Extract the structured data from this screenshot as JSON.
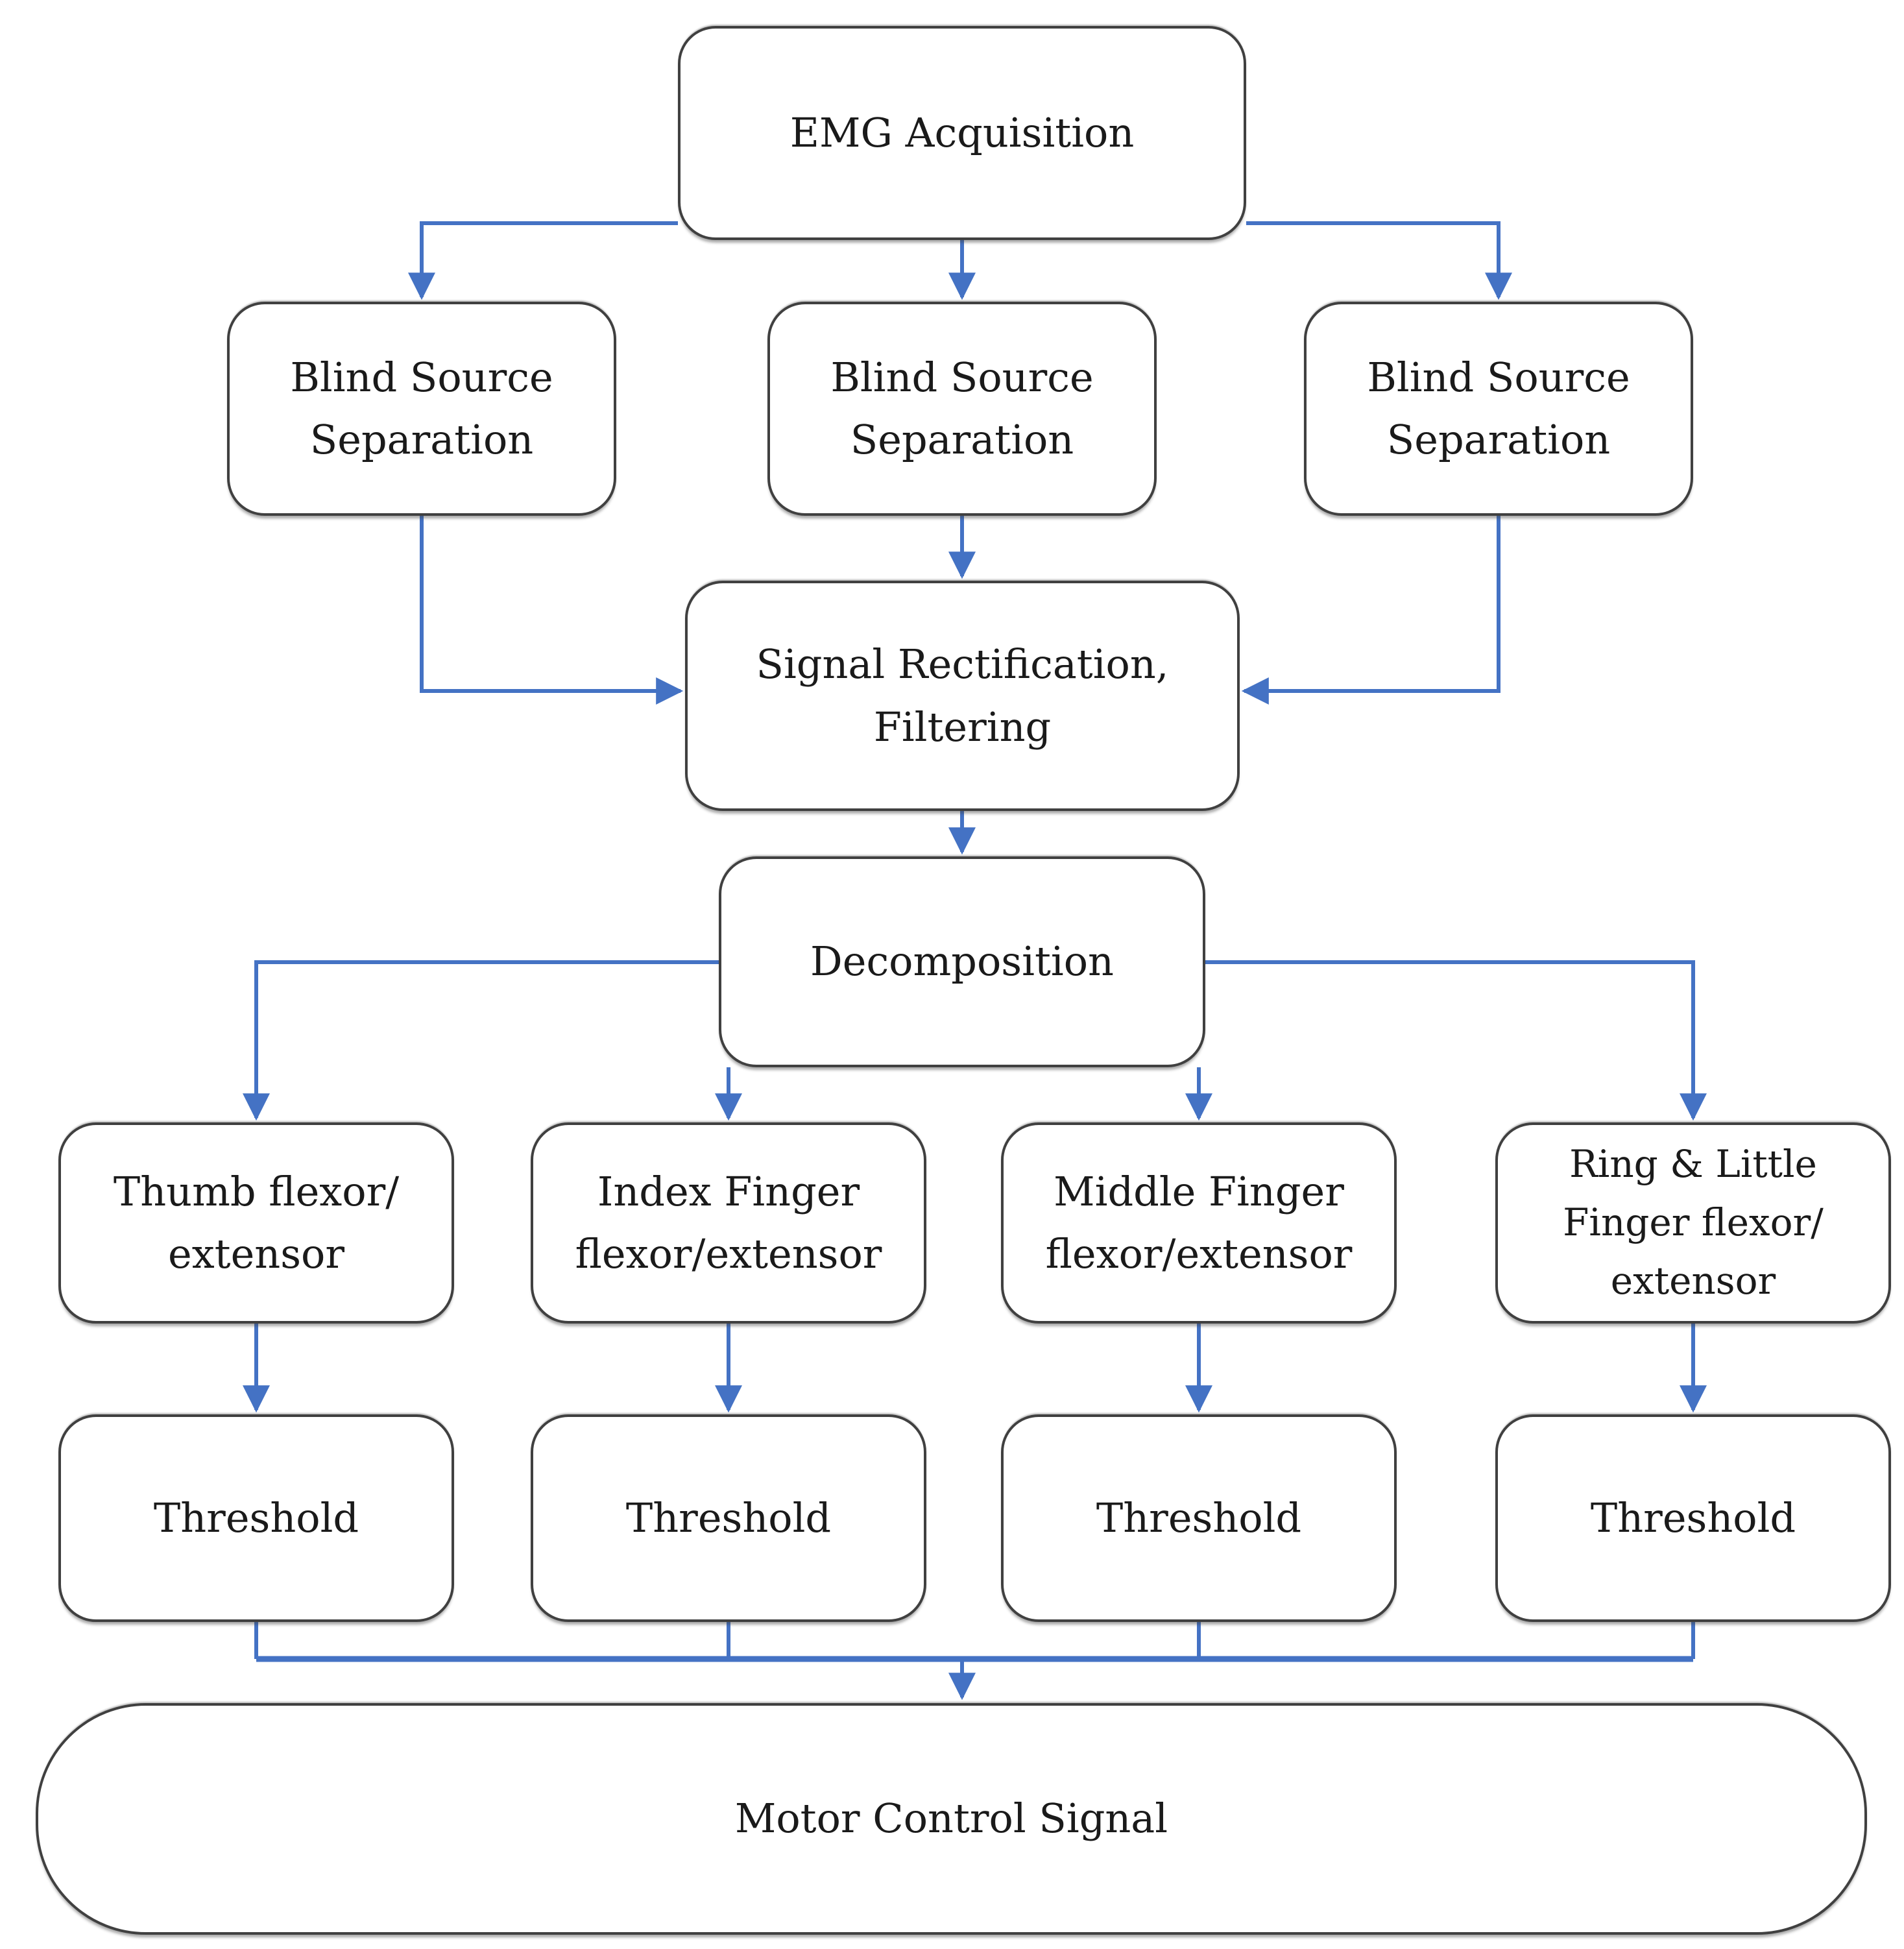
{
  "colors": {
    "accent": "#4472C4",
    "border": "#404040",
    "text": "#1a1a1a",
    "bg": "#ffffff"
  },
  "nodes": {
    "emg_acquisition": {
      "label": "EMG Acquisition"
    },
    "bss_left": {
      "label": "Blind Source Separation"
    },
    "bss_middle": {
      "label": "Blind Source Separation"
    },
    "bss_right": {
      "label": "Blind Source Separation"
    },
    "signal_rectification": {
      "label": "Signal Rectification, Filtering"
    },
    "decomposition": {
      "label": "Decomposition"
    },
    "thumb": {
      "label": "Thumb flexor/ extensor"
    },
    "index_finger": {
      "label": "Index Finger flexor/extensor"
    },
    "middle_finger": {
      "label": "Middle Finger flexor/extensor"
    },
    "ring_little": {
      "label": "Ring & Little Finger flexor/ extensor"
    },
    "threshold_thumb": {
      "label": "Threshold"
    },
    "threshold_index": {
      "label": "Threshold"
    },
    "threshold_middle": {
      "label": "Threshold"
    },
    "threshold_ring": {
      "label": "Threshold"
    },
    "motor_control": {
      "label": "Motor Control Signal"
    }
  },
  "edges": [
    {
      "from": "emg_acquisition",
      "to": "bss_left"
    },
    {
      "from": "emg_acquisition",
      "to": "bss_middle"
    },
    {
      "from": "emg_acquisition",
      "to": "bss_right"
    },
    {
      "from": "bss_left",
      "to": "signal_rectification"
    },
    {
      "from": "bss_middle",
      "to": "signal_rectification"
    },
    {
      "from": "bss_right",
      "to": "signal_rectification"
    },
    {
      "from": "signal_rectification",
      "to": "decomposition"
    },
    {
      "from": "decomposition",
      "to": "thumb"
    },
    {
      "from": "decomposition",
      "to": "index_finger"
    },
    {
      "from": "decomposition",
      "to": "middle_finger"
    },
    {
      "from": "decomposition",
      "to": "ring_little"
    },
    {
      "from": "thumb",
      "to": "threshold_thumb"
    },
    {
      "from": "index_finger",
      "to": "threshold_index"
    },
    {
      "from": "middle_finger",
      "to": "threshold_middle"
    },
    {
      "from": "ring_little",
      "to": "threshold_ring"
    },
    {
      "from": "threshold_thumb",
      "to": "motor_control"
    },
    {
      "from": "threshold_index",
      "to": "motor_control"
    },
    {
      "from": "threshold_middle",
      "to": "motor_control"
    },
    {
      "from": "threshold_ring",
      "to": "motor_control"
    }
  ]
}
